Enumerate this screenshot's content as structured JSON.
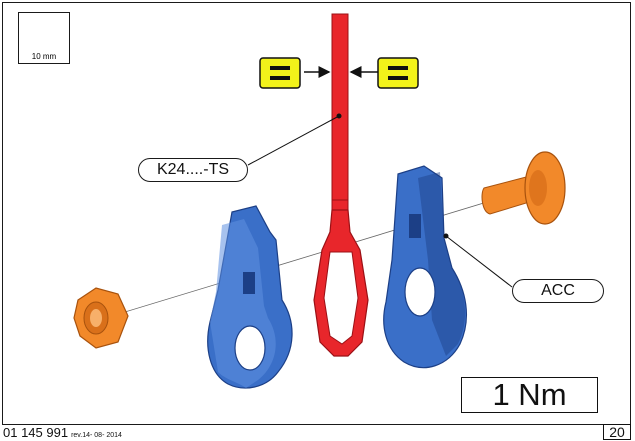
{
  "tool": {
    "icon": "wrench-icon",
    "size_label": "10 mm"
  },
  "equal_sign_badges": {
    "symbol": "=",
    "color": "#f2f21a"
  },
  "callouts": {
    "strap": "K24....-TS",
    "hardware": "ACC"
  },
  "torque": {
    "label": "1 Nm"
  },
  "footer": {
    "part_number": "01 145 991",
    "revision": "rev.14- 08- 2014",
    "page_number": "20"
  },
  "colors": {
    "strap": "#e8262b",
    "brackets": "#3a6fc8",
    "hardware": "#f2892a"
  }
}
